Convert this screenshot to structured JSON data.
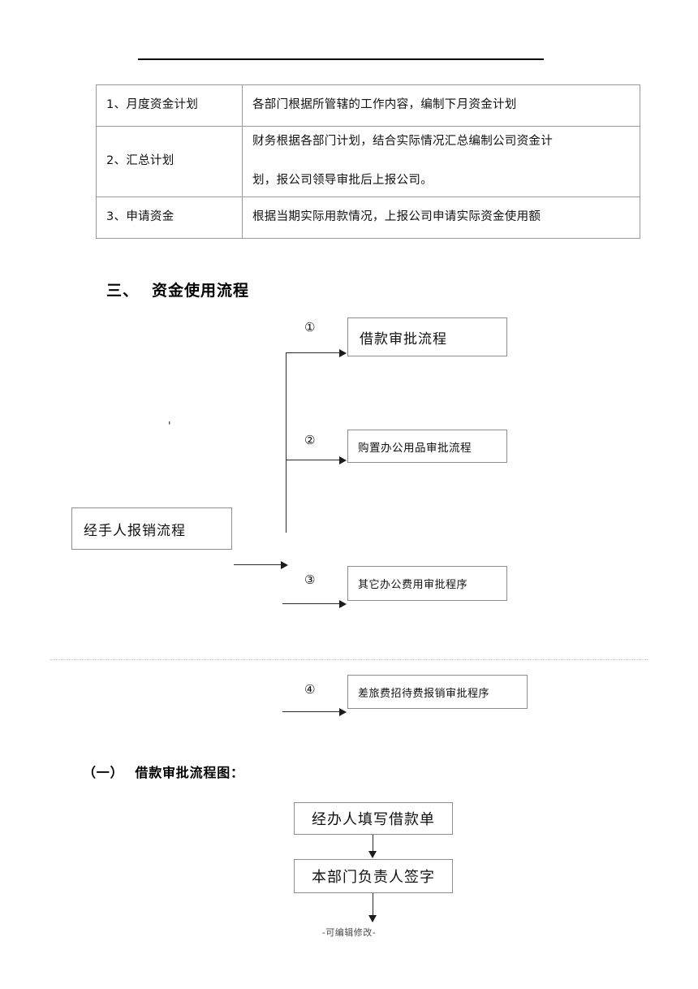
{
  "document": {
    "footer_note": "-可编辑修改-"
  },
  "table": {
    "rows": [
      {
        "label": "1、月度资金计划",
        "desc_lines": [
          "各部门根据所管辖的工作内容，编制下月资金计划"
        ]
      },
      {
        "label": "2、汇总计划",
        "desc_lines": [
          "财务根据各部门计划，结合实际情况汇总编制公司资金计",
          "划，报公司领导审批后上报公司。"
        ]
      },
      {
        "label": "3、申请资金",
        "desc_lines": [
          "根据当期实际用款情况，上报公司申请实际资金使用额"
        ]
      }
    ]
  },
  "section": {
    "number": "三、",
    "title": "资金使用流程"
  },
  "flow": {
    "source_box": "经手人报销流程",
    "stray_mark": "'",
    "branches": [
      {
        "marker": "①",
        "label": "借款审批流程"
      },
      {
        "marker": "②",
        "label": "购置办公用品审批流程"
      },
      {
        "marker": "③",
        "label": "其它办公费用审批程序"
      },
      {
        "marker": "④",
        "label": "差旅费招待费报销审批程序"
      }
    ]
  },
  "subsection": {
    "number": "（一）",
    "title": "借款审批流程图："
  },
  "chart_flow": {
    "steps": [
      "经办人填写借款单",
      "本部门负责人签字"
    ]
  }
}
